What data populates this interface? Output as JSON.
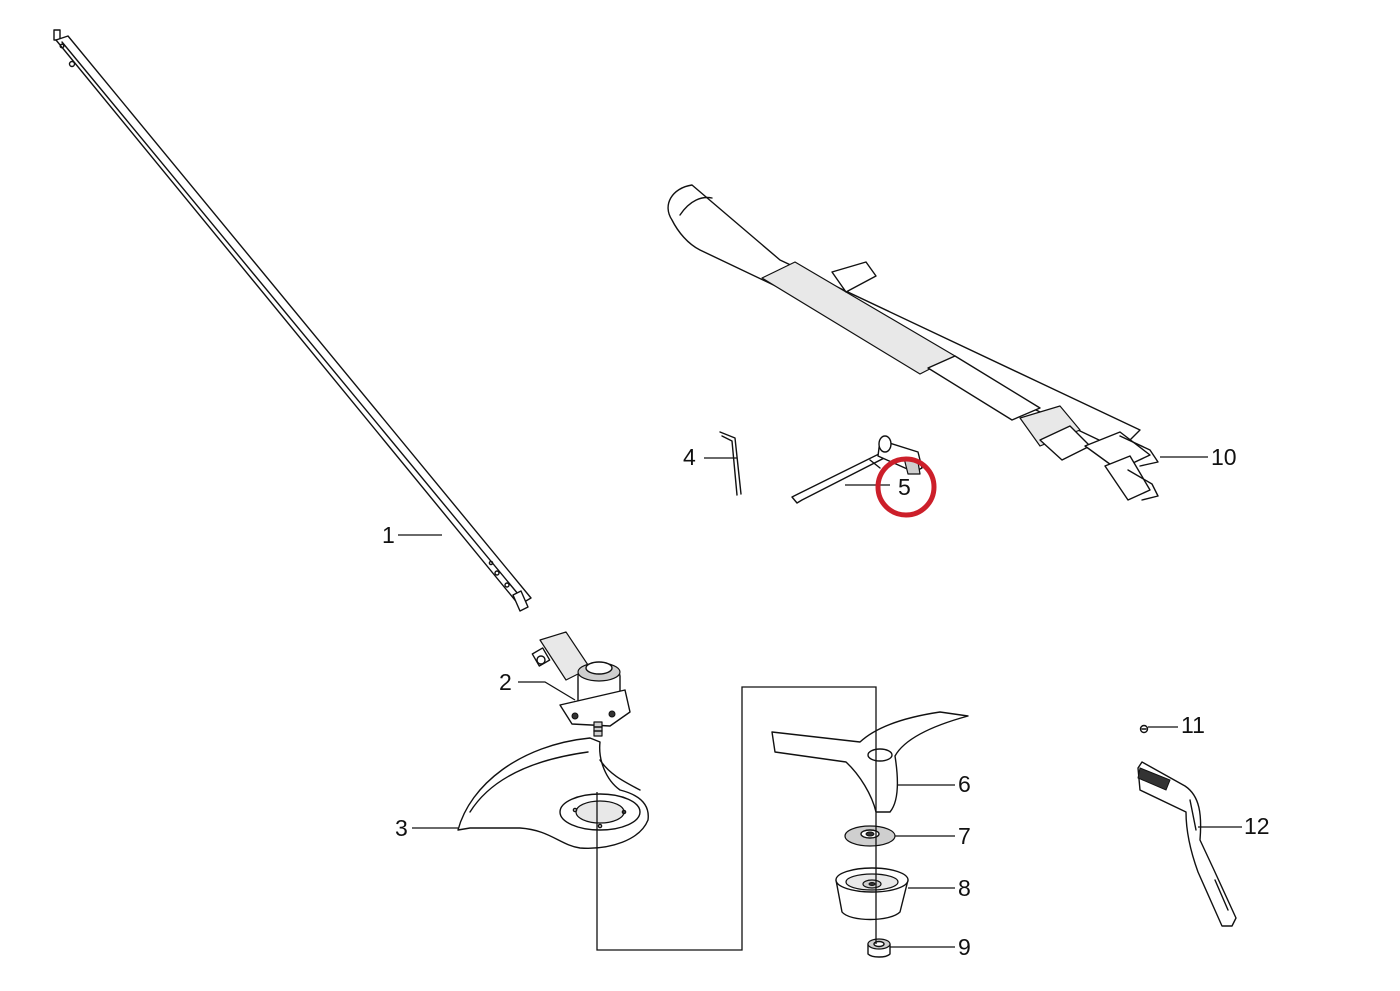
{
  "diagram": {
    "highlight_color": "#cc1f2a",
    "highlighted_callout": "5",
    "callouts": [
      {
        "id": "1",
        "label": "1"
      },
      {
        "id": "2",
        "label": "2"
      },
      {
        "id": "3",
        "label": "3"
      },
      {
        "id": "4",
        "label": "4"
      },
      {
        "id": "5",
        "label": "5"
      },
      {
        "id": "6",
        "label": "6"
      },
      {
        "id": "7",
        "label": "7"
      },
      {
        "id": "8",
        "label": "8"
      },
      {
        "id": "9",
        "label": "9"
      },
      {
        "id": "10",
        "label": "10"
      },
      {
        "id": "11",
        "label": "11"
      },
      {
        "id": "12",
        "label": "12"
      }
    ]
  }
}
